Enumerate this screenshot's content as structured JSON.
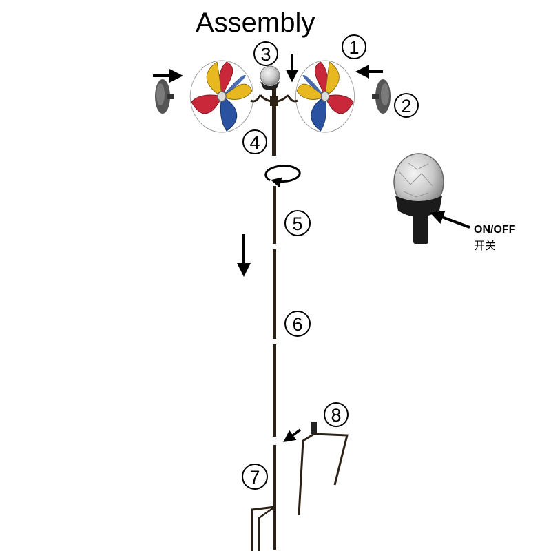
{
  "title": "Assembly",
  "steps": [
    {
      "label": "1"
    },
    {
      "label": "2"
    },
    {
      "label": "3"
    },
    {
      "label": "4"
    },
    {
      "label": "5"
    },
    {
      "label": "6"
    },
    {
      "label": "7"
    },
    {
      "label": "8"
    }
  ],
  "switch_callout": {
    "label_en": "ON/OFF",
    "label_cn": "开关"
  },
  "colors": {
    "pole": "#2b2117",
    "ink": "#000000",
    "pinwheel_red": "#c8283a",
    "pinwheel_yellow": "#e8b820",
    "pinwheel_blue": "#2a52a0"
  }
}
